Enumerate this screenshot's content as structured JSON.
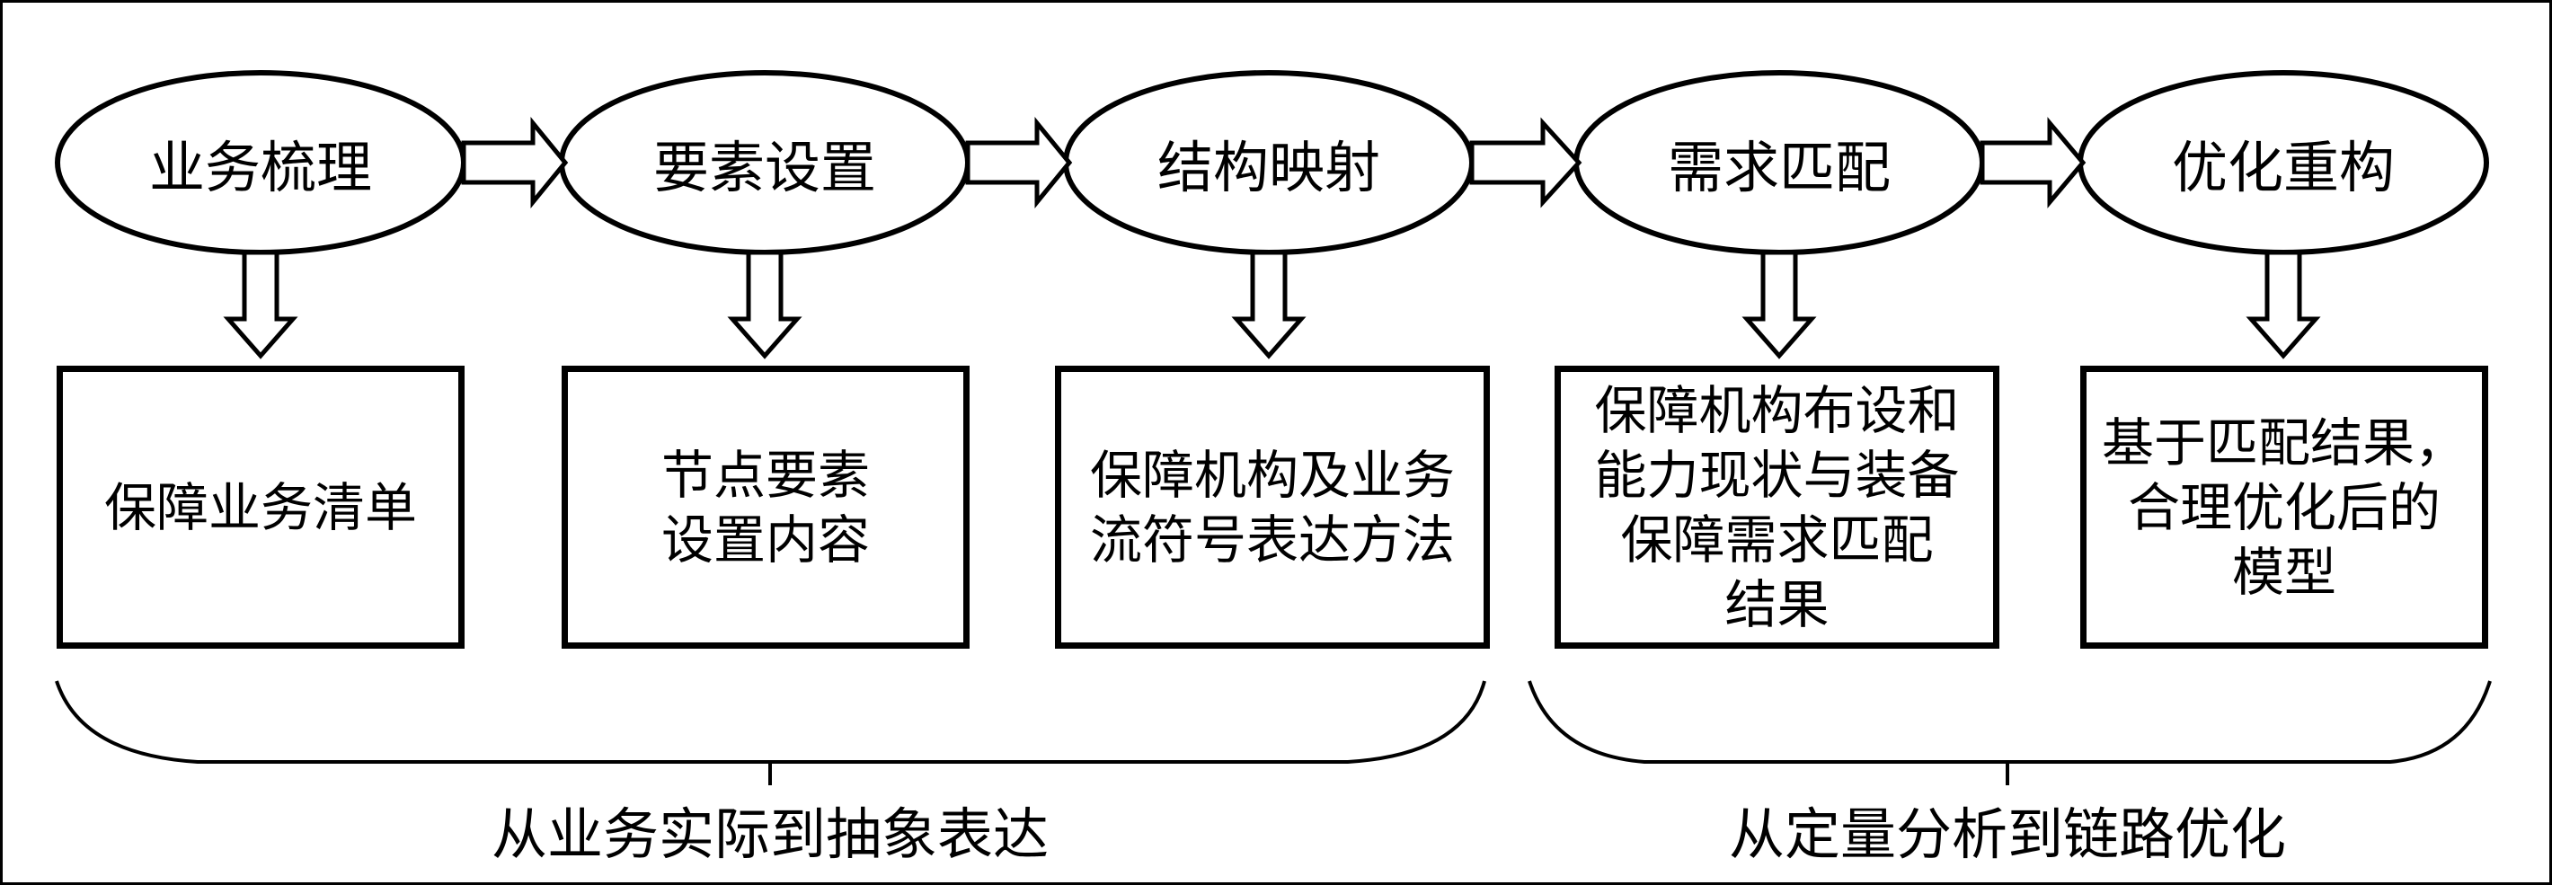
{
  "stages": [
    {
      "label": "业务梳理",
      "output": "保障业务清单"
    },
    {
      "label": "要素设置",
      "output": "节点要素\n设置内容"
    },
    {
      "label": "结构映射",
      "output": "保障机构及业务\n流符号表达方法"
    },
    {
      "label": "需求匹配",
      "output": "保障机构布设和\n能力现状与装备\n保障需求匹配\n结果"
    },
    {
      "label": "优化重构",
      "output": "基于匹配结果，\n合理优化后的\n模型"
    }
  ],
  "phases": [
    {
      "label": "从业务实际到抽象表达"
    },
    {
      "label": "从定量分析到链路优化"
    }
  ]
}
